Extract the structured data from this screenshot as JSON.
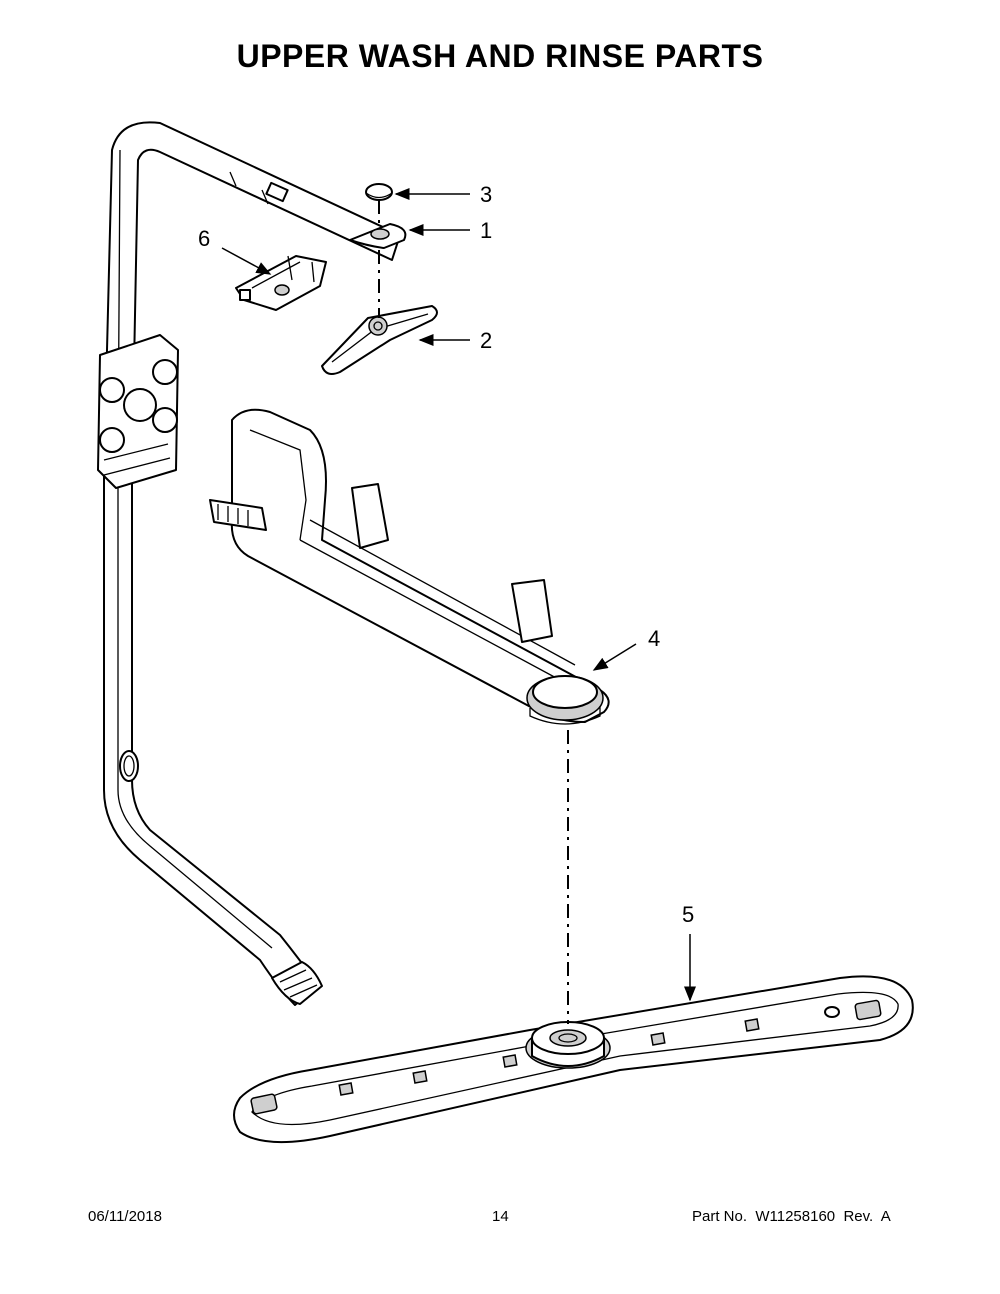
{
  "title": "UPPER WASH AND RINSE PARTS",
  "callouts": [
    {
      "id": "3",
      "label": "3"
    },
    {
      "id": "1",
      "label": "1"
    },
    {
      "id": "6",
      "label": "6"
    },
    {
      "id": "2",
      "label": "2"
    },
    {
      "id": "4",
      "label": "4"
    },
    {
      "id": "5",
      "label": "5"
    }
  ],
  "footer": {
    "date": "06/11/2018",
    "page": "14",
    "part_no": "Part No.  W11258160  Rev.  A"
  }
}
